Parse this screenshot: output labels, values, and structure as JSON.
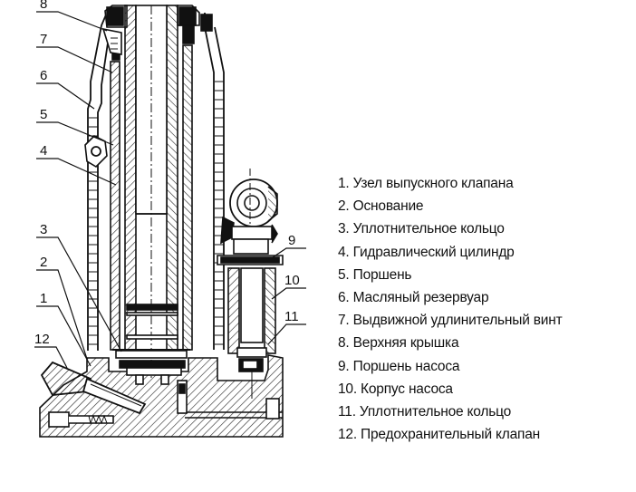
{
  "callouts": {
    "c1": "1",
    "c2": "2",
    "c3": "3",
    "c4": "4",
    "c5": "5",
    "c6": "6",
    "c7": "7",
    "c8": "8",
    "c9": "9",
    "c10": "10",
    "c11": "11",
    "c12": "12"
  },
  "legend": {
    "items": [
      "1. Узел выпускного клапана",
      "2. Основание",
      "3. Уплотнительное кольцо",
      "4. Гидравлический цилиндр",
      "5. Поршень",
      "6. Масляный резервуар",
      "7. Выдвижной удлинительный винт",
      "8. Верхняя крышка",
      "9. Поршень насоса",
      "10. Корпус насоса",
      "11. Уплотнительное кольцо",
      "12. Предохранительный клапан"
    ]
  }
}
